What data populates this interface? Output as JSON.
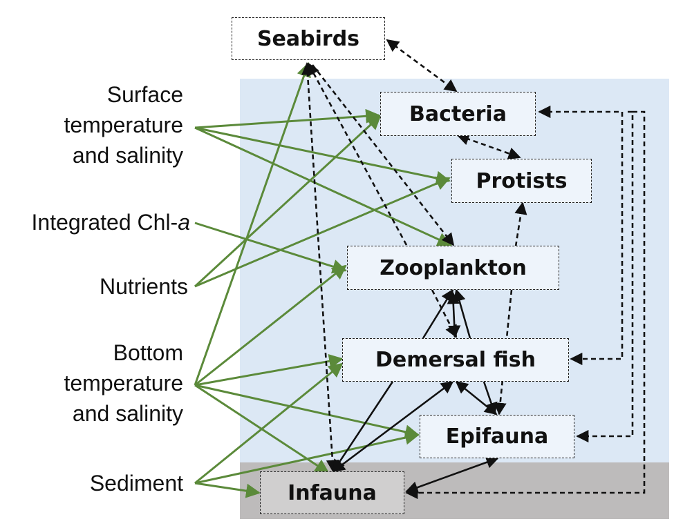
{
  "drivers": {
    "surface": [
      "Surface",
      "temperature",
      "and salinity"
    ],
    "chl_prefix": "Integrated Chl-",
    "chl_suffix": "a",
    "nutrients": "Nutrients",
    "bottom": [
      "Bottom",
      "temperature",
      "and salinity"
    ],
    "sediment": "Sediment"
  },
  "nodes": {
    "seabirds": "Seabirds",
    "bacteria": "Bacteria",
    "protists": "Protists",
    "zooplankton": "Zooplankton",
    "demersal": "Demersal fish",
    "epifauna": "Epifauna",
    "infauna": "Infauna"
  },
  "colors": {
    "driver_arrow": "#5b8a3a",
    "link_arrow": "#111111",
    "water": "#dce8f5",
    "seafloor": "#bdbbbb"
  }
}
